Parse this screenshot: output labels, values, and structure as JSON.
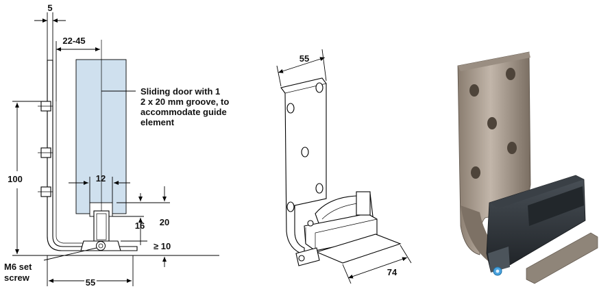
{
  "labels": {
    "dim_5": "5",
    "dim_22_45": "22-45",
    "dim_100": "100",
    "dim_12": "12",
    "dim_16": "16",
    "dim_20": "20",
    "dim_ge10": "≥ 10",
    "dim_55_bottom": "55",
    "set_screw_line1": "M6 set",
    "set_screw_line2": "screw",
    "door_note_line1": "Sliding door with 1",
    "door_note_line2": "2 x 20 mm groove, to",
    "door_note_line3": "accommodate guide",
    "door_note_line4": "element",
    "dim_55_iso": "55",
    "dim_74": "74"
  },
  "colors": {
    "glass": "#cfe0ee",
    "bracket_metal_light": "#b8aca0",
    "bracket_metal_dark": "#6e6256",
    "guide_plastic": "#2c3136",
    "accent_blue": "#4aa3df"
  }
}
